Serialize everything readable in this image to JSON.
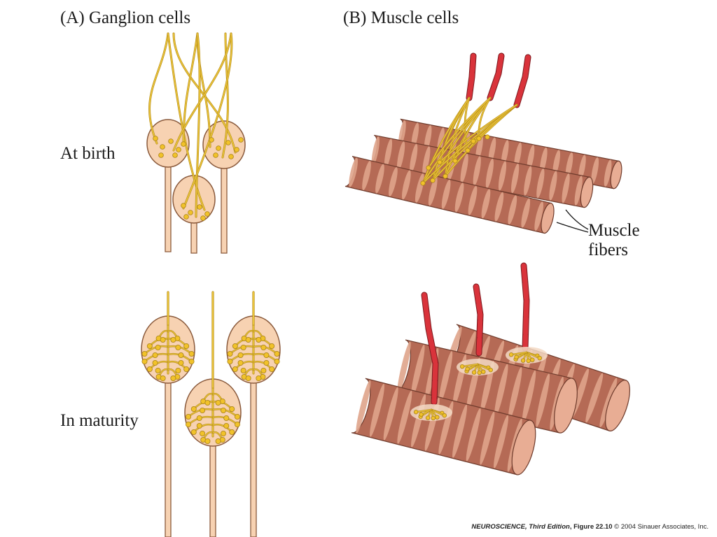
{
  "panels": {
    "a_title": "(A)  Ganglion cells",
    "b_title": "(B)  Muscle cells"
  },
  "rows": {
    "birth": "At birth",
    "maturity": "In maturity"
  },
  "annotation": {
    "line1": "Muscle",
    "line2": "fibers"
  },
  "footer": {
    "journal": "NEUROSCIENCE",
    "edition": ", Third Edition",
    "figure": ", Figure 22.10",
    "copyright": "  © 2004 Sinauer Associates, Inc."
  },
  "colors": {
    "cell_fill": "#f7d2b2",
    "cell_stroke": "#8a5a3c",
    "axon_yellow": "#e8c23a",
    "bouton_yellow": "#f1c22a",
    "muscle_dark": "#b56a55",
    "muscle_light": "#dfa48b",
    "muscle_end": "#e8ad94",
    "nerve_red": "#d9333b"
  }
}
